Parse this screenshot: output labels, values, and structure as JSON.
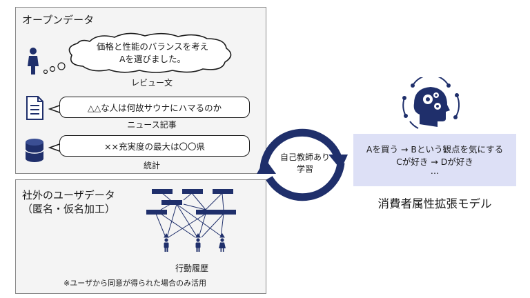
{
  "open_data": {
    "title": "オープンデータ",
    "review": {
      "line1": "価格と性能のバランスを考え",
      "line2": "Aを選びました。",
      "caption": "レビュー文",
      "icon": "person-icon"
    },
    "news": {
      "text": "△△な人は何故サウナにハマるのか",
      "caption": "ニュース記事",
      "icon": "document-icon"
    },
    "stats": {
      "text": "××充実度の最大は〇〇県",
      "caption": "統計",
      "icon": "database-icon"
    }
  },
  "user_data": {
    "title_line1": "社外のユーザデータ",
    "title_line2": "（匿名・仮名加工）",
    "caption": "行動履歴",
    "note": "※ユーザから同意が得られた場合のみ活用"
  },
  "learning": {
    "label_line1": "自己教師あり",
    "label_line2": "学習"
  },
  "model": {
    "line1": "Aを買う → Bという観点を気にする",
    "line2": "Cが好き → Dが好き",
    "line3": "…",
    "title": "消費者属性拡張モデル",
    "icon": "ai-head-icon"
  },
  "colors": {
    "navy": "#1f2f6b",
    "model_box": "#dde0f6",
    "panel_bg": "#f4f4f4"
  }
}
